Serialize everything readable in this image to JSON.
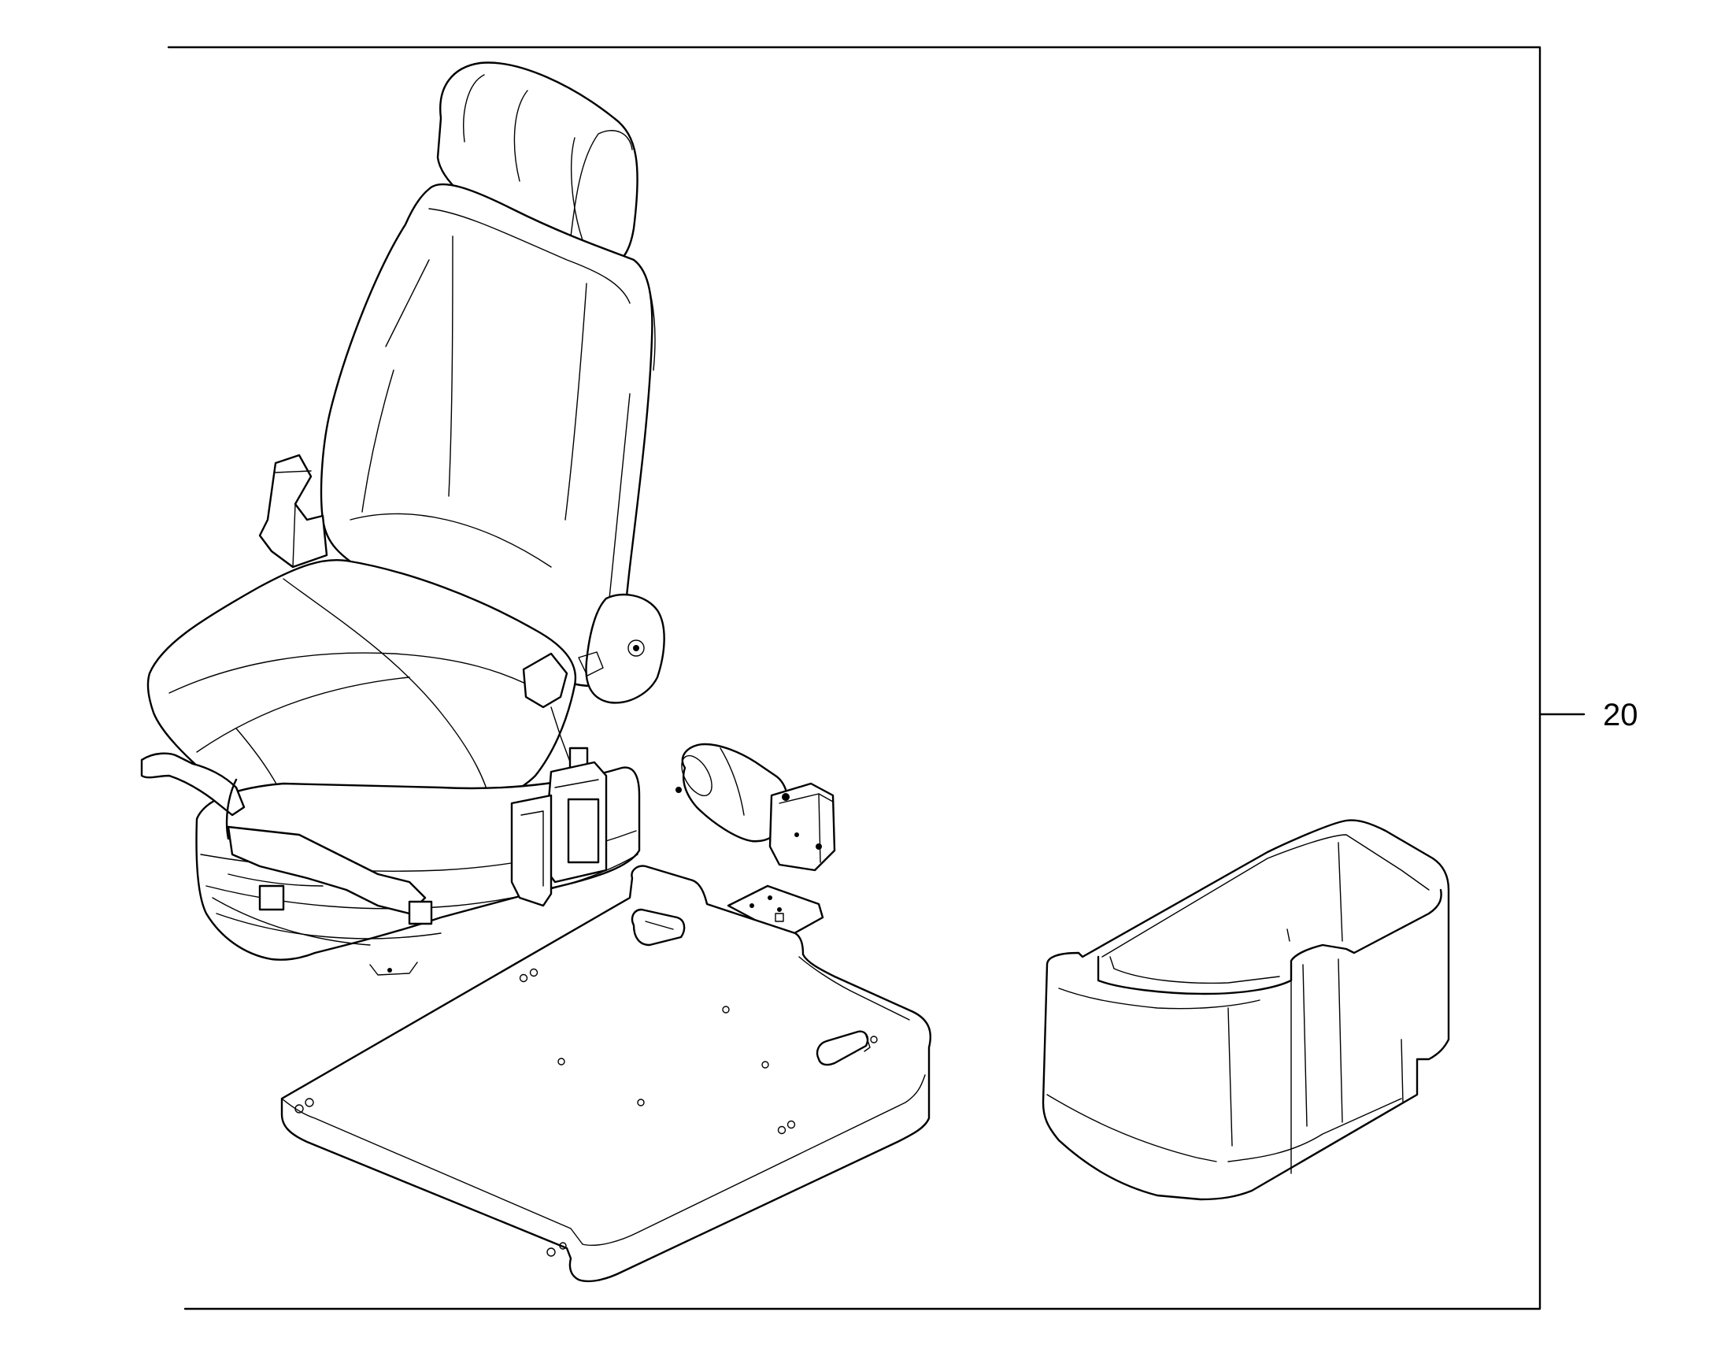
{
  "diagram": {
    "callouts": [
      {
        "label": "20",
        "target": "seat-assembly-bracket"
      }
    ],
    "parts": [
      {
        "name": "operator-seat",
        "depicts": "seat-icon"
      },
      {
        "name": "compressor-motor",
        "depicts": "motor-icon"
      },
      {
        "name": "mounting-plate",
        "depicts": "plate-icon"
      },
      {
        "name": "storage-tray",
        "depicts": "tray-icon"
      }
    ],
    "line_color": "#000000",
    "background_color": "#ffffff"
  }
}
